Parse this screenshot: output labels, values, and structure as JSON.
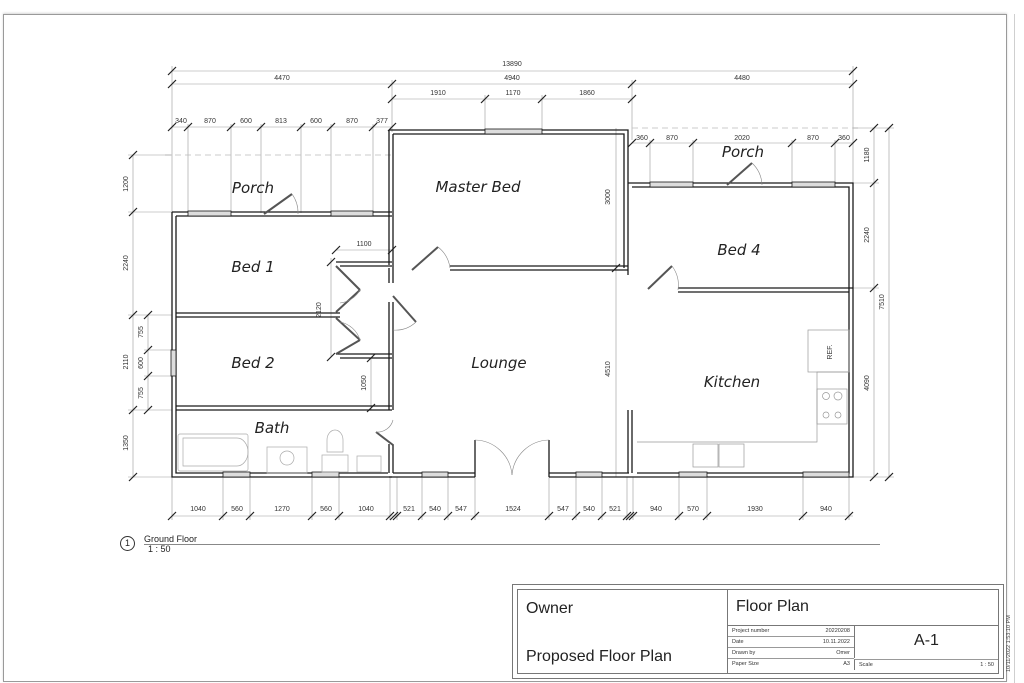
{
  "drawing": {
    "rooms": [
      {
        "id": "porch-left",
        "label": "Porch"
      },
      {
        "id": "master-bed",
        "label": "Master Bed"
      },
      {
        "id": "porch-right",
        "label": "Porch"
      },
      {
        "id": "bed-1",
        "label": "Bed 1"
      },
      {
        "id": "bed-2",
        "label": "Bed 2"
      },
      {
        "id": "bed-4",
        "label": "Bed 4"
      },
      {
        "id": "lounge",
        "label": "Lounge"
      },
      {
        "id": "kitchen",
        "label": "Kitchen"
      },
      {
        "id": "bath",
        "label": "Bath"
      }
    ],
    "fixtures": {
      "refrigerator": "REF."
    },
    "dimensions": {
      "top_overall": "13890",
      "top_segments": [
        "4470",
        "4940",
        "4480"
      ],
      "top_master": [
        "1910",
        "1170",
        "1860"
      ],
      "top_left_openings": [
        "340",
        "870",
        "600",
        "813",
        "600",
        "870",
        "377"
      ],
      "top_right_openings": [
        "360",
        "870",
        "2020",
        "870",
        "360"
      ],
      "left_side": [
        "1200",
        "2240",
        "2110",
        "1350"
      ],
      "left_bed2_window": [
        "755",
        "600",
        "755"
      ],
      "right_side": [
        "1180",
        "2240",
        "4090"
      ],
      "right_overall": "7510",
      "interior": {
        "hall_width": "1100",
        "hall_length": "2120",
        "hall_bath": "1050",
        "master_depth": "3000",
        "lounge_depth": "4510"
      },
      "bottom_left": [
        "1040",
        "560",
        "1270",
        "560",
        "1040"
      ],
      "bottom_mid": [
        "521",
        "540",
        "547",
        "1524",
        "547",
        "540",
        "521"
      ],
      "bottom_right": [
        "940",
        "570",
        "1930",
        "940"
      ]
    }
  },
  "view": {
    "number": "1",
    "name": "Ground Floor",
    "scale": "1 : 50"
  },
  "titleblock": {
    "owner": "Owner",
    "project_name": "Proposed Floor Plan",
    "sheet_name": "Floor Plan",
    "sheet_number": "A-1",
    "fields": [
      {
        "key": "Project number",
        "value": "20220208"
      },
      {
        "key": "Date",
        "value": "10.11.2022"
      },
      {
        "key": "Drawn by",
        "value": "Omer"
      },
      {
        "key": "Paper Size",
        "value": "A3"
      }
    ],
    "scale_label": "Scale",
    "scale_value": "1 : 50"
  },
  "timestamp": "10/11/2022 1:53:10 PM"
}
